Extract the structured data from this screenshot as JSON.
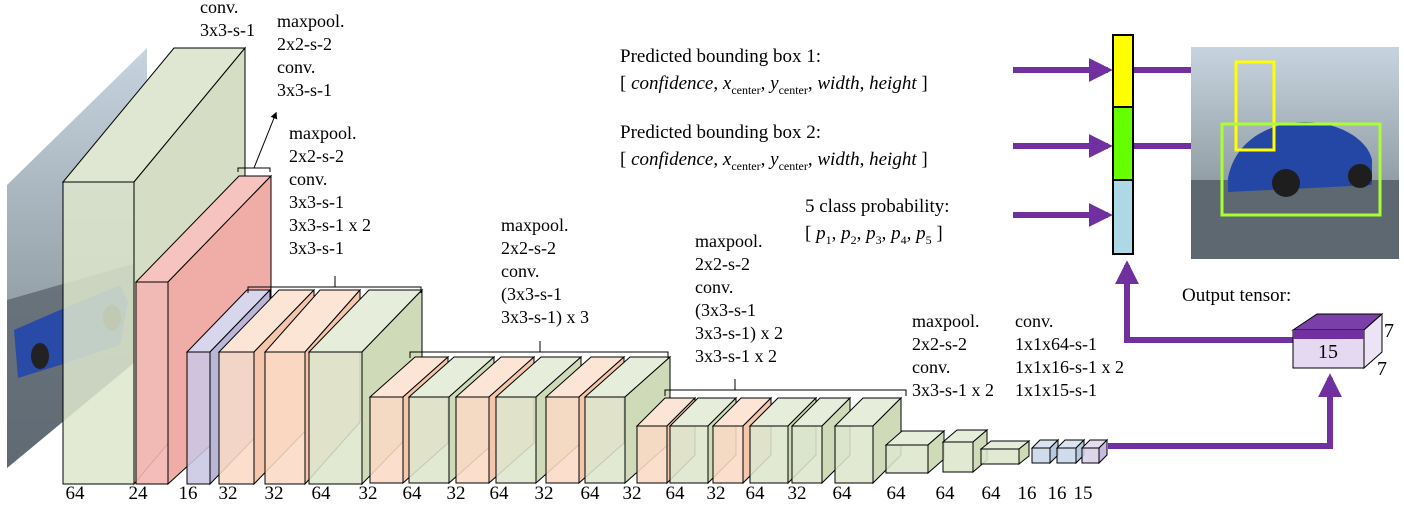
{
  "layer_labels": {
    "conv1": [
      "conv.",
      "3x3-s-1"
    ],
    "block2": [
      "maxpool.",
      "2x2-s-2",
      "conv.",
      "3x3-s-1"
    ],
    "block3": [
      "maxpool.",
      "2x2-s-2",
      "conv.",
      "3x3-s-1",
      "3x3-s-1 x 2",
      "3x3-s-1"
    ],
    "block4": [
      "maxpool.",
      "2x2-s-2",
      "conv.",
      "(3x3-s-1",
      "3x3-s-1) x 3"
    ],
    "block5": [
      "maxpool.",
      "2x2-s-2",
      "conv.",
      "(3x3-s-1",
      "3x3-s-1) x 2",
      "3x3-s-1 x 2"
    ],
    "block6": [
      "maxpool.",
      "2x2-s-2",
      "conv.",
      "3x3-s-1 x 2"
    ],
    "block7": [
      "conv.",
      "1x1x64-s-1",
      "1x1x16-s-1 x 2",
      "1x1x15-s-1"
    ]
  },
  "channels": [
    "64",
    "24",
    "16",
    "32",
    "32",
    "64",
    "32",
    "64",
    "32",
    "64",
    "32",
    "64",
    "32",
    "64",
    "32",
    "64",
    "32",
    "64",
    "64",
    "64",
    "64",
    "16",
    "16",
    "15"
  ],
  "predictions": {
    "box1_title": "Predicted bounding box 1:",
    "box2_title": "Predicted bounding box 2:",
    "bracket_open": "[",
    "bracket_close": "]",
    "confidence": "confidence",
    "x_center": "x",
    "x_sub": "center",
    "y_center": "y",
    "y_sub": "center",
    "width": "width",
    "height": "height",
    "class_title": "5 class probability:",
    "p": "p",
    "p_subs": [
      "1",
      "2",
      "3",
      "4",
      "5"
    ]
  },
  "output": {
    "title": "Output tensor:",
    "depth": "15",
    "dim_a": "7",
    "dim_b": "7"
  },
  "colors": {
    "arrow": "#7030a0",
    "box1": "#ffff00",
    "box2": "#66ff00",
    "class": "#add8e6",
    "slab_green": "#dde6cd",
    "slab_red": "#f4b6b1",
    "slab_peach": "#fbd9c4",
    "slab_lilac": "#c9c7e3",
    "yellow_box": "#ffff00",
    "green_box": "#aaff33"
  }
}
